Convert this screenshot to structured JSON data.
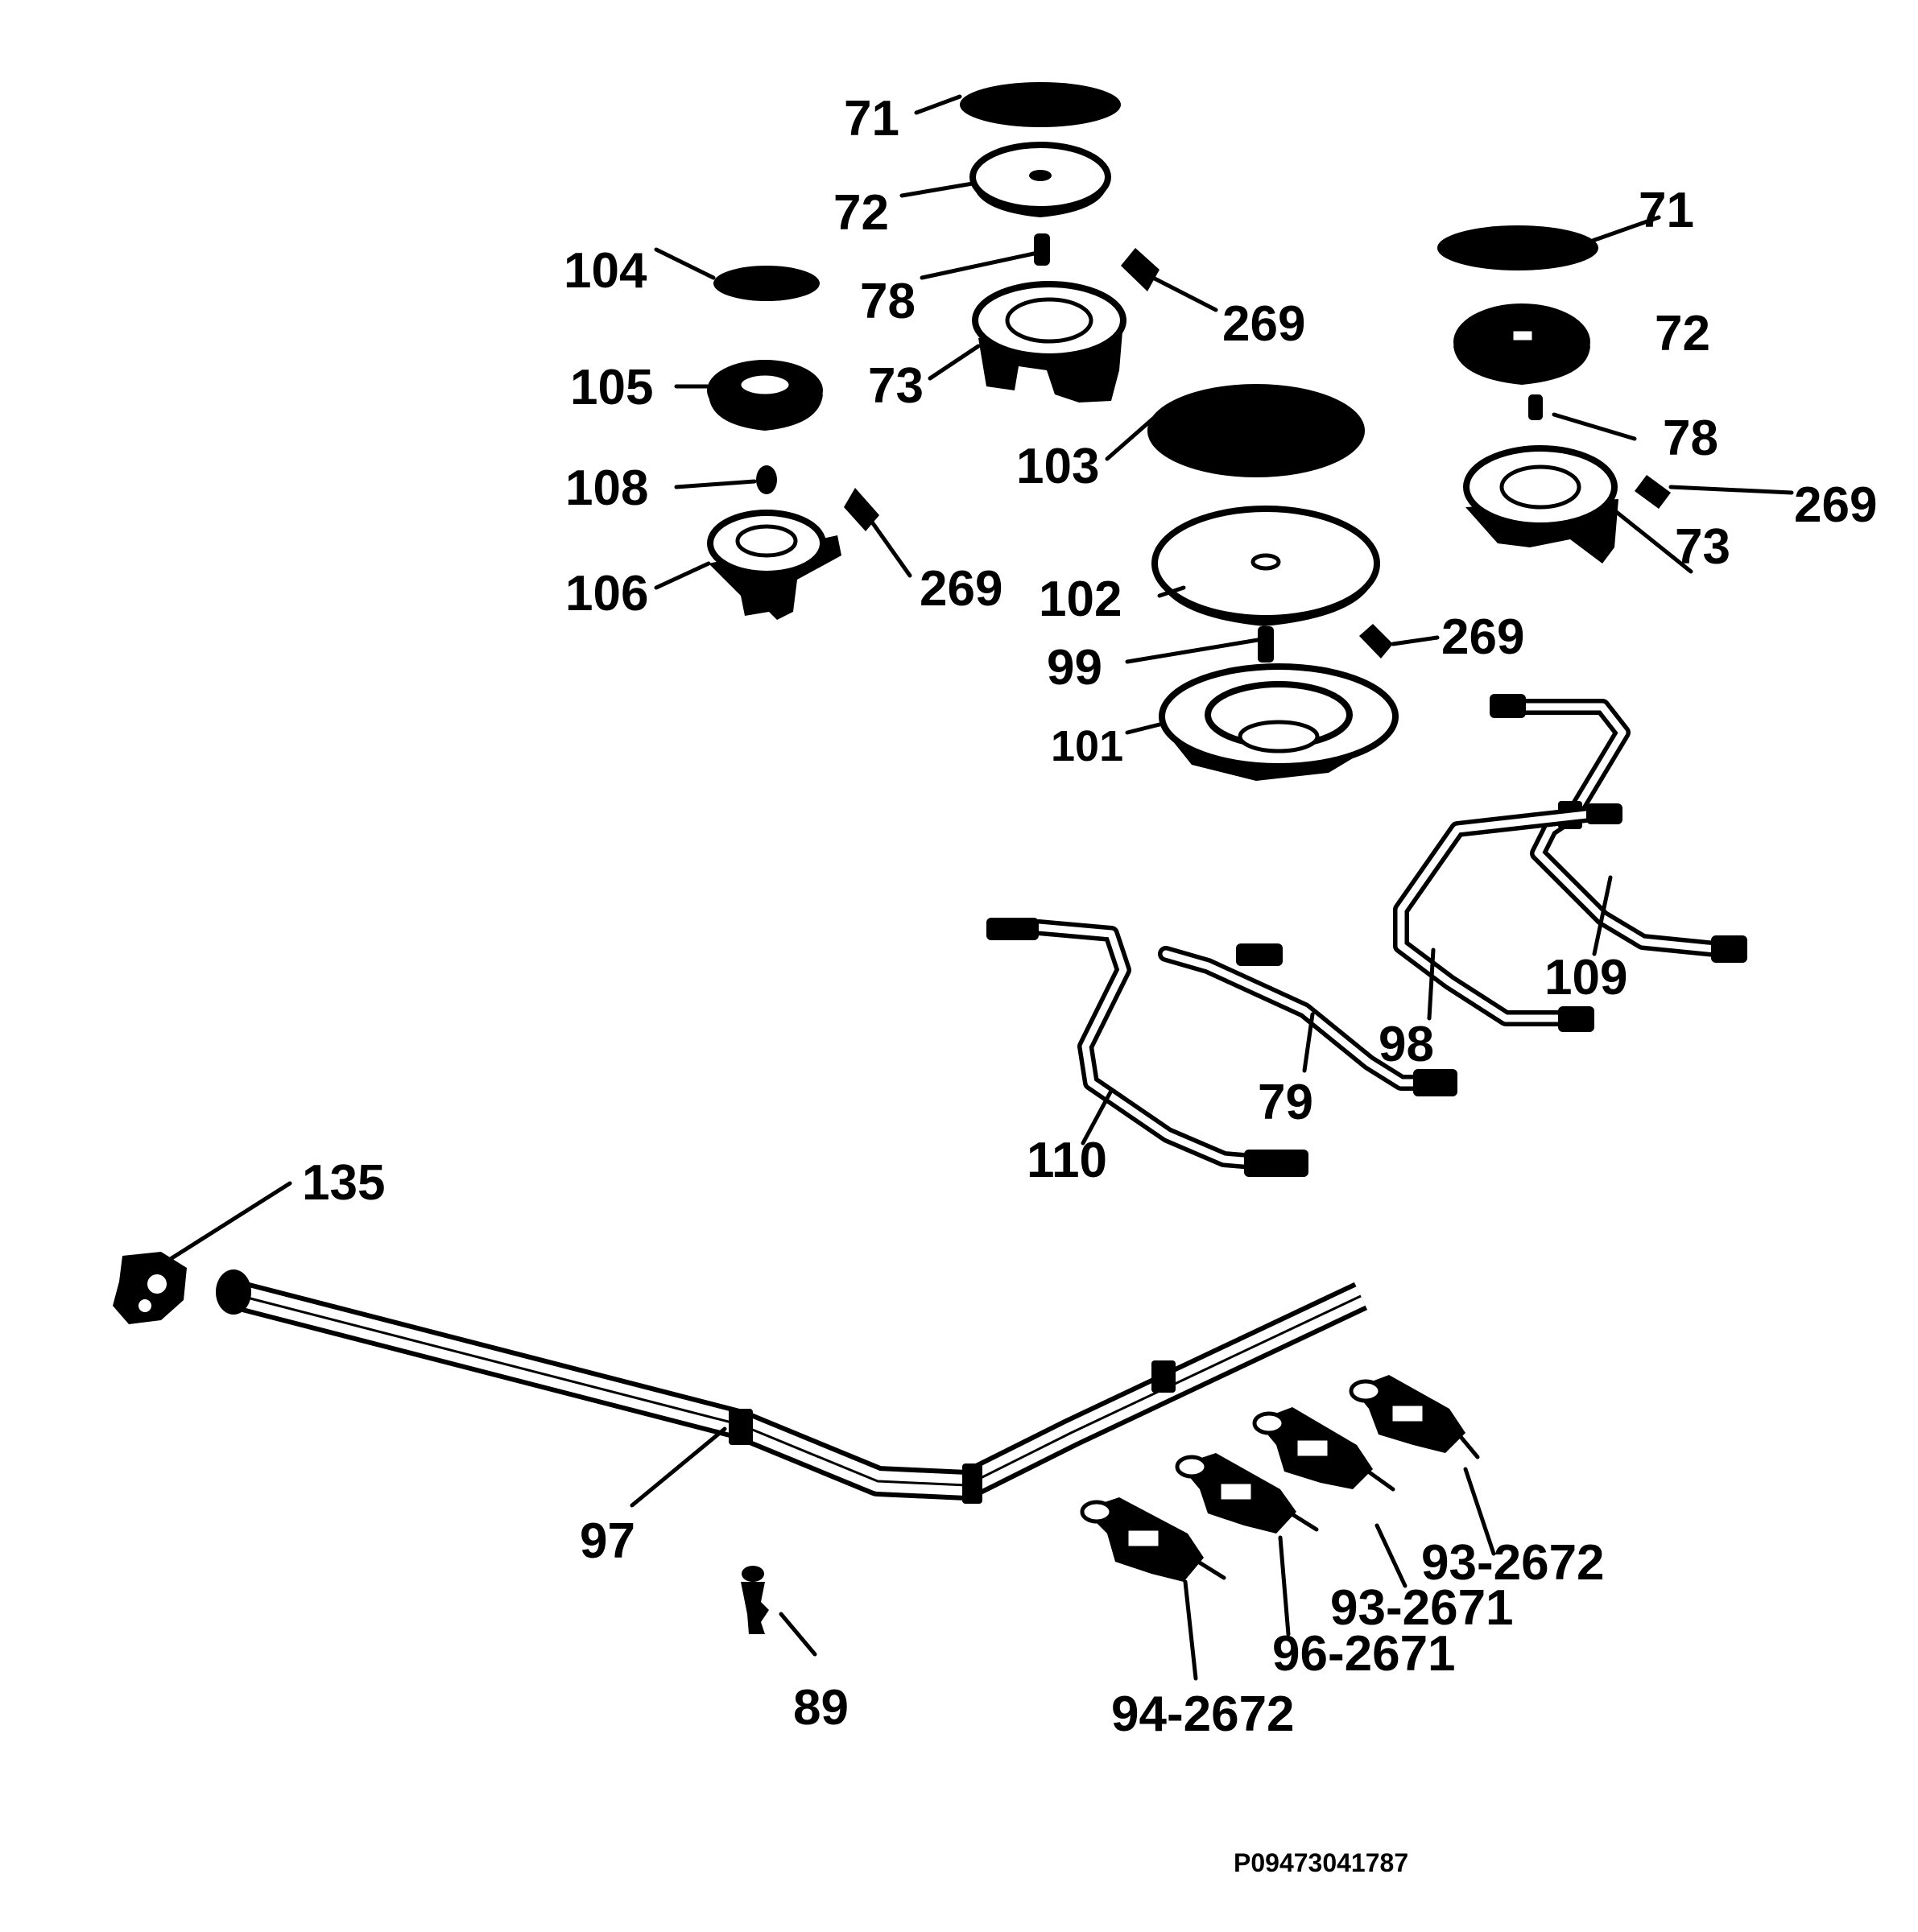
{
  "diagram": {
    "labels": [
      {
        "id": "71-a",
        "text": "71"
      },
      {
        "id": "72-a",
        "text": "72"
      },
      {
        "id": "104",
        "text": "104"
      },
      {
        "id": "78-a",
        "text": "78"
      },
      {
        "id": "269-a",
        "text": "269"
      },
      {
        "id": "73-a",
        "text": "73"
      },
      {
        "id": "105",
        "text": "105"
      },
      {
        "id": "103",
        "text": "103"
      },
      {
        "id": "108",
        "text": "108"
      },
      {
        "id": "106",
        "text": "106"
      },
      {
        "id": "269-b",
        "text": "269"
      },
      {
        "id": "102",
        "text": "102"
      },
      {
        "id": "99",
        "text": "99"
      },
      {
        "id": "101",
        "text": "101"
      },
      {
        "id": "269-c",
        "text": "269"
      },
      {
        "id": "71-b",
        "text": "71"
      },
      {
        "id": "72-b",
        "text": "72"
      },
      {
        "id": "78-b",
        "text": "78"
      },
      {
        "id": "269-d",
        "text": "269"
      },
      {
        "id": "73-b",
        "text": "73"
      },
      {
        "id": "109",
        "text": "109"
      },
      {
        "id": "98",
        "text": "98"
      },
      {
        "id": "79",
        "text": "79"
      },
      {
        "id": "110",
        "text": "110"
      },
      {
        "id": "135",
        "text": "135"
      },
      {
        "id": "97",
        "text": "97"
      },
      {
        "id": "89",
        "text": "89"
      },
      {
        "id": "94-2672",
        "text": "94-2672"
      },
      {
        "id": "96-2671",
        "text": "96-2671"
      },
      {
        "id": "93-2671",
        "text": "93-2671"
      },
      {
        "id": "93-2672",
        "text": "93-2672"
      }
    ],
    "drawing_code": "P09473041787"
  }
}
